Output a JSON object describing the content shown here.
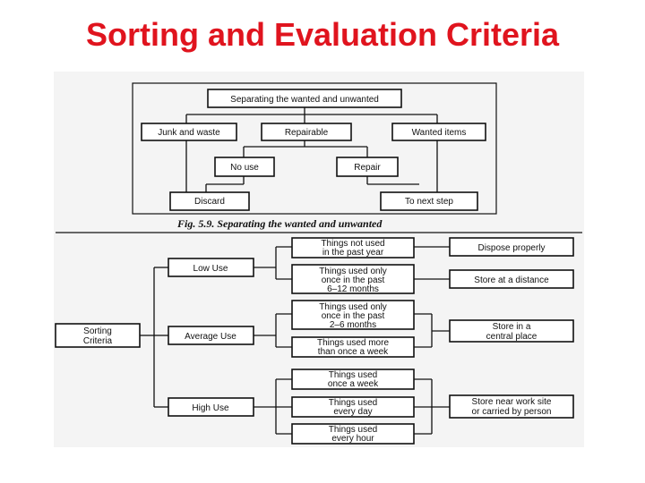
{
  "title": "Sorting and Evaluation Criteria",
  "fig1": {
    "root": "Separating the wanted and unwanted",
    "junk": "Junk and waste",
    "repairable": "Repairable",
    "wanted": "Wanted items",
    "no_use": "No use",
    "repair": "Repair",
    "discard": "Discard",
    "next_step": "To next step",
    "caption": "Fig. 5.9. Separating the wanted and unwanted"
  },
  "fig2": {
    "root": [
      "Sorting",
      "Criteria"
    ],
    "categories": [
      "Low Use",
      "Average Use",
      "High Use"
    ],
    "things": [
      [
        "Things not used",
        "in the past year"
      ],
      [
        "Things used only",
        "once in the past",
        "6–12 months"
      ],
      [
        "Things used only",
        "once in the past",
        "2–6 months"
      ],
      [
        "Things used more",
        "than once a week"
      ],
      [
        "Things used",
        "once a week"
      ],
      [
        "Things used",
        "every day"
      ],
      [
        "Things used",
        "every hour"
      ]
    ],
    "actions": [
      [
        "Dispose properly"
      ],
      [
        "Store at a distance"
      ],
      [
        "Store in a",
        "central place"
      ],
      [
        "Store near work site",
        "or carried by person"
      ]
    ]
  }
}
